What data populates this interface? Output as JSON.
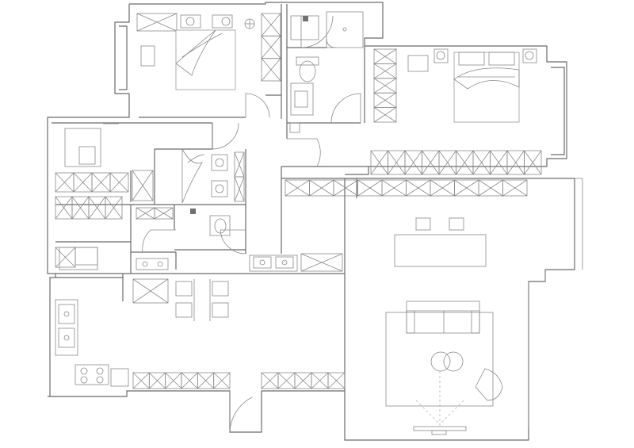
{
  "drawing": {
    "type": "apartment floor plan",
    "colors": {
      "line": "#6b6b6b",
      "thin": "#8a8a8a",
      "background": "#ffffff",
      "mark": "#707070"
    }
  },
  "rooms": [
    {
      "id": "bedroom-upper-left",
      "furniture": [
        "double-bed",
        "nightstand-lamps",
        "wardrobe",
        "desk"
      ]
    },
    {
      "id": "bathroom-upper",
      "furniture": [
        "shower-corner",
        "toilet",
        "vanity-sink"
      ]
    },
    {
      "id": "master-bedroom",
      "furniture": [
        "double-bed",
        "nightstand-lamps",
        "wardrobe",
        "desk",
        "bay-window"
      ]
    },
    {
      "id": "study",
      "furniture": [
        "desk",
        "bookshelves"
      ]
    },
    {
      "id": "kids-bedroom",
      "furniture": [
        "single-bed",
        "wardrobe"
      ]
    },
    {
      "id": "bathroom-middle",
      "furniture": [
        "toilet",
        "sink"
      ]
    },
    {
      "id": "laundry-corridor",
      "furniture": [
        "double-sink-counter",
        "storage-cabinets"
      ]
    },
    {
      "id": "kitchen",
      "furniture": [
        "double-sink",
        "stove",
        "fridge"
      ]
    },
    {
      "id": "dining",
      "furniture": [
        "dining-table",
        "chairs"
      ]
    },
    {
      "id": "living-room",
      "furniture": [
        "sofa",
        "coffee-table",
        "armchair",
        "rug",
        "tv-console",
        "bar-counter",
        "stools"
      ]
    }
  ]
}
